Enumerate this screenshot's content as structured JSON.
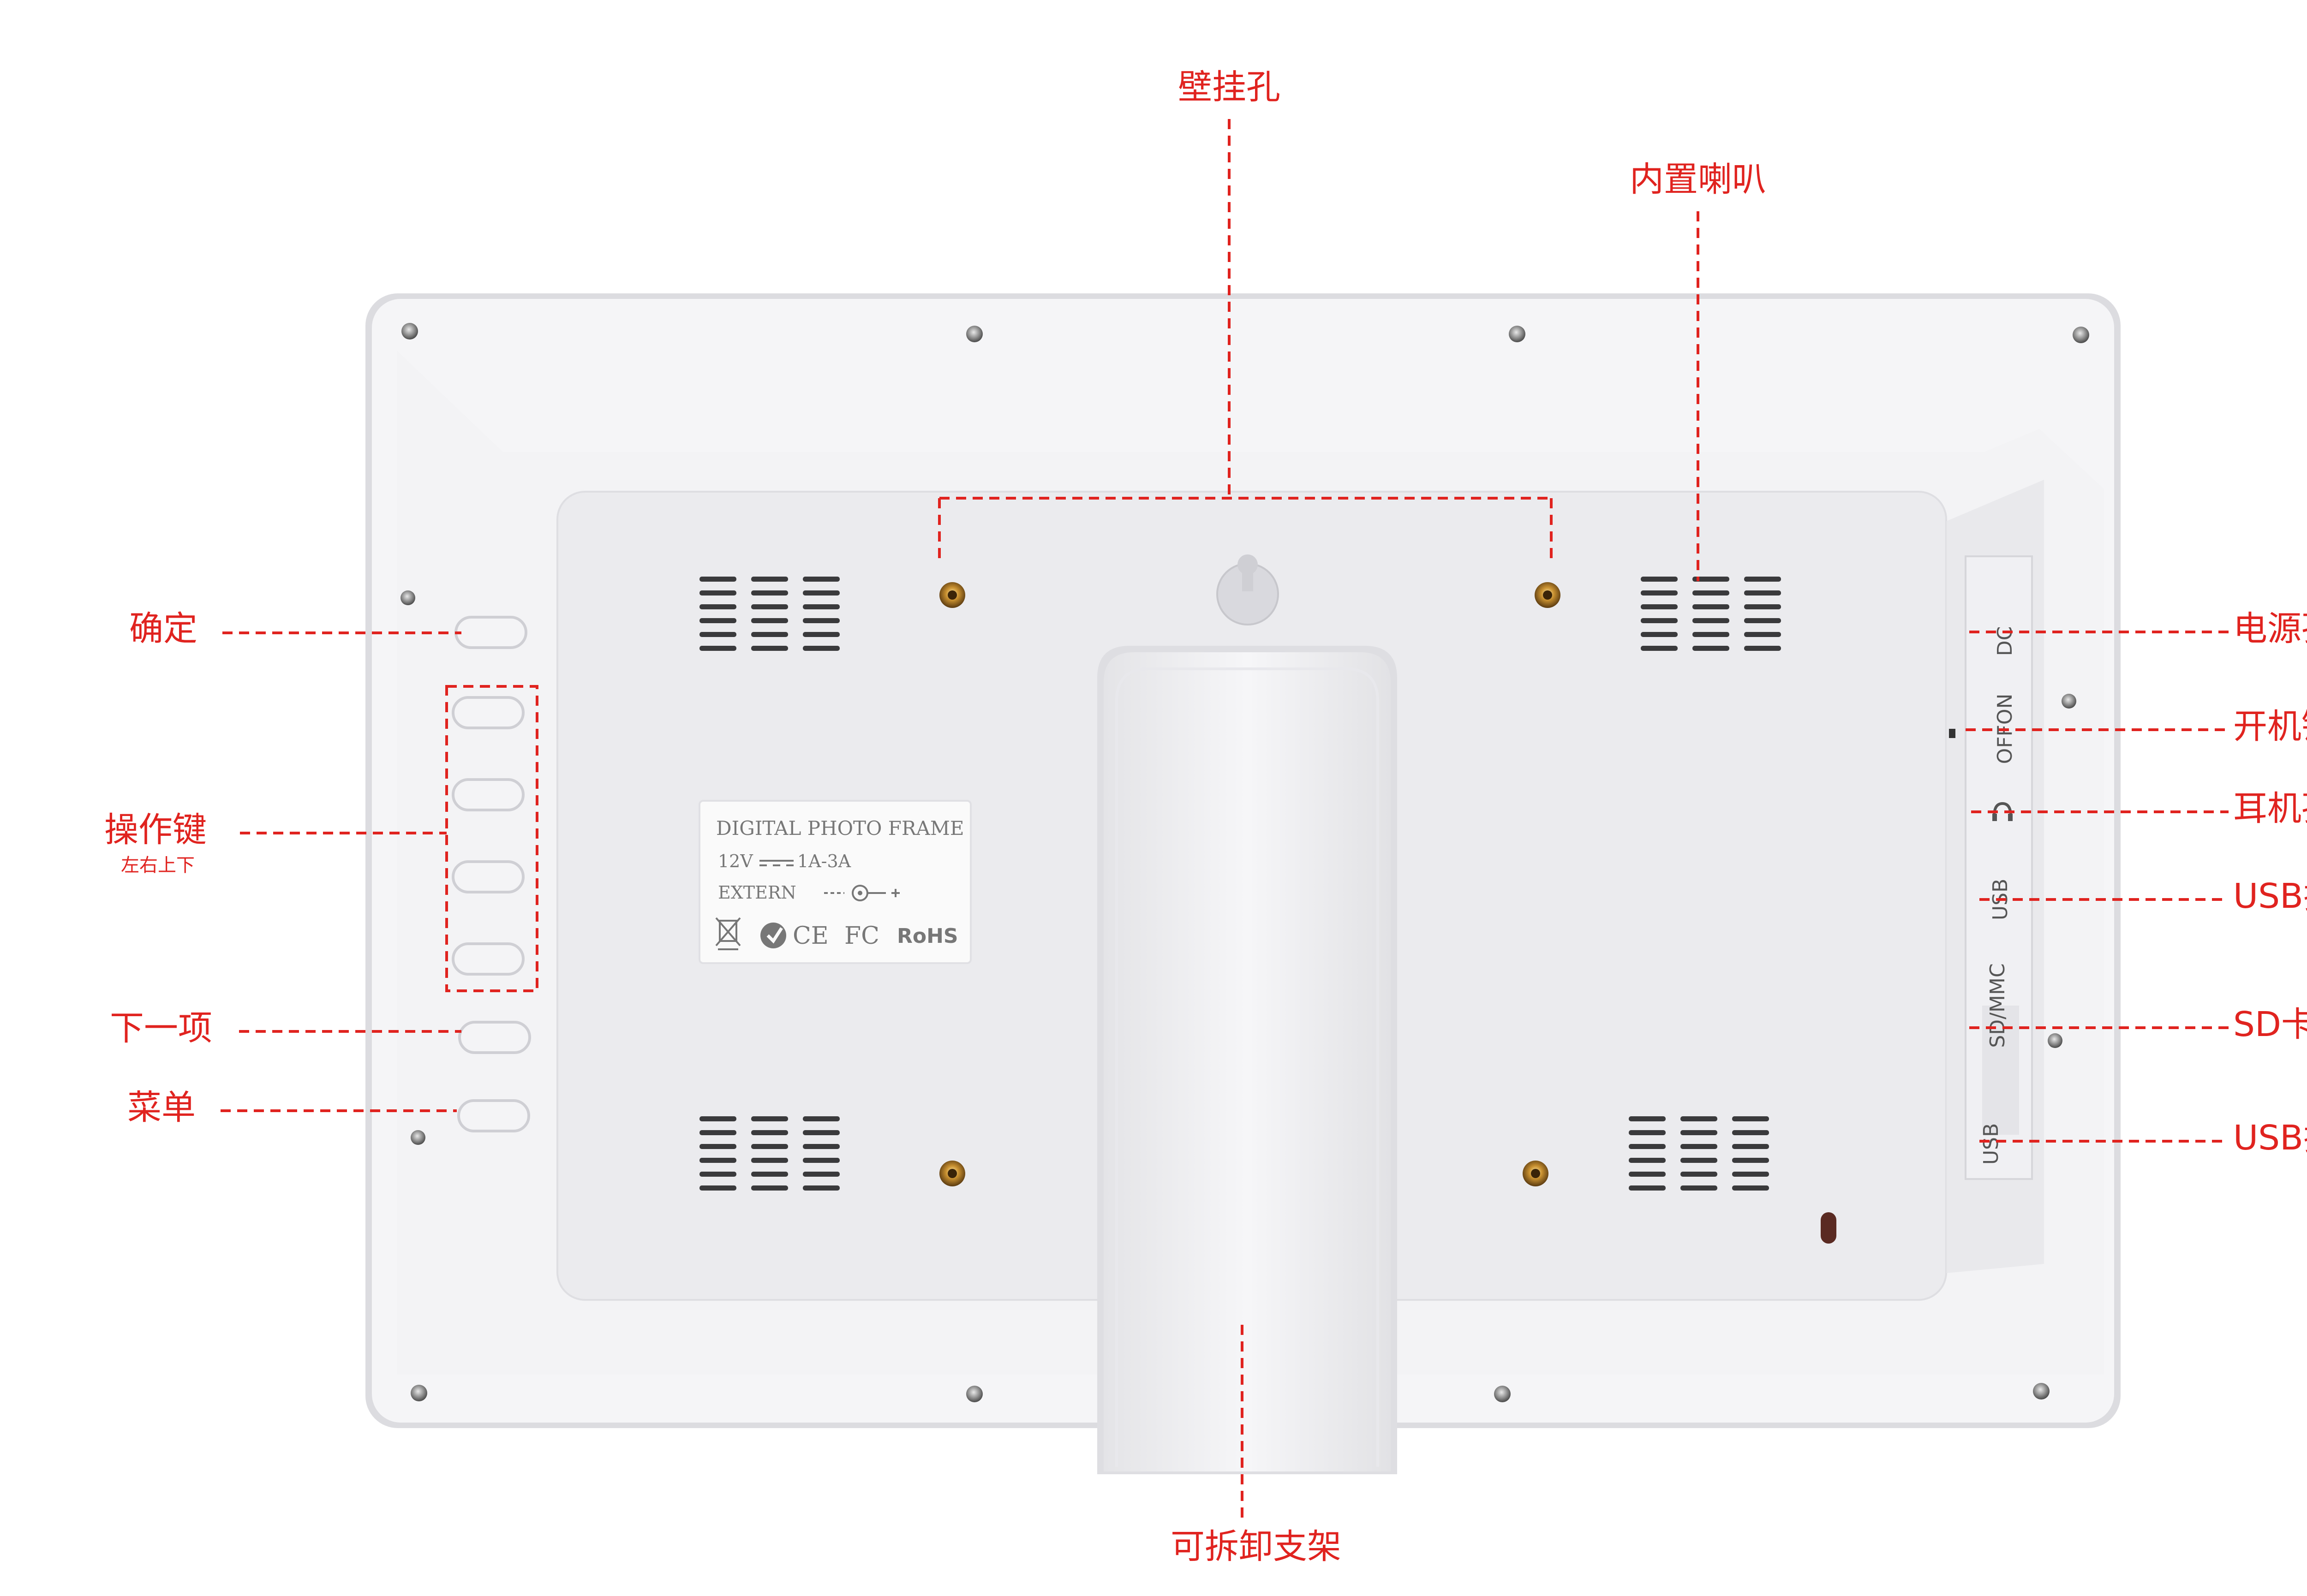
{
  "callouts": {
    "wall_hole": "壁挂孔",
    "speaker": "内置喇叭",
    "confirm": "确定",
    "operation_keys": "操作键",
    "operation_keys_sub": "左右上下",
    "next_item": "下一项",
    "menu": "菜单",
    "power_hole": "电源孔",
    "power_key": "开机键",
    "headphone_hole": "耳机孔",
    "usb_port_1": "USB插孔",
    "sd_slot": "SD卡插槽",
    "usb_port_2": "USB插孔",
    "stand": "可拆卸支架"
  },
  "sticker": {
    "title": "DIGITAL PHOTO FRAME",
    "rating_left": "12V",
    "rating_right": "1A-3A",
    "extern": "EXTERN",
    "cert_ce": "CE",
    "cert_fc": "FC",
    "cert_rohs": "RoHS"
  },
  "ports": {
    "dc": "DC",
    "off_on": "OFFON",
    "usb1": "USB",
    "sd_mmc": "SD/MMC",
    "usb2": "USB"
  },
  "colors": {
    "callout": "#e0231f",
    "frame": "#f4f4f6",
    "panel": "#ebebee"
  }
}
